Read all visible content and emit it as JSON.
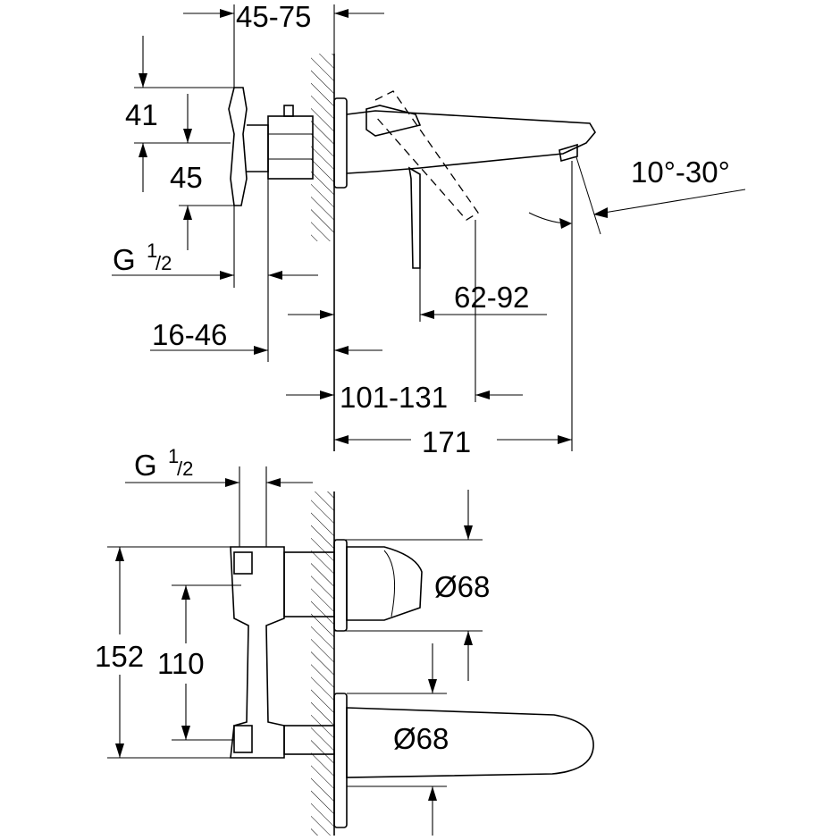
{
  "side_view": {
    "dim_45_75": "45-75",
    "dim_41": "41",
    "dim_45": "45",
    "thread_g": "G",
    "thread_sup": "1",
    "thread_sub": "/2",
    "angle": "10°-30°",
    "dim_62_92": "62-92",
    "dim_16_46": "16-46",
    "dim_101_131": "101-131",
    "dim_171": "171"
  },
  "front_view": {
    "thread_g": "G",
    "thread_sup": "1",
    "thread_sub": "/2",
    "dia_top": "Ø68",
    "dia_bottom": "Ø68",
    "dim_152": "152",
    "dim_110": "110"
  }
}
